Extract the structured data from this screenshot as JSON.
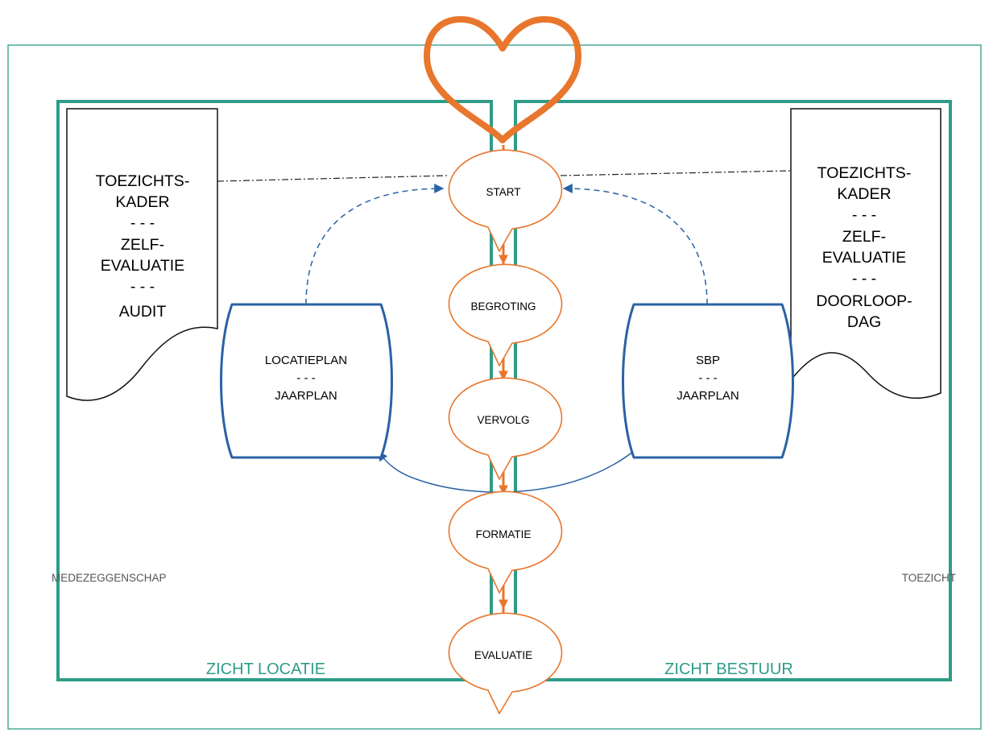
{
  "colors": {
    "teal": "#2e9c88",
    "orange": "#e8762d",
    "blue": "#2a62a5",
    "text": "#000000",
    "muted": "#555555"
  },
  "outer_frame": {
    "left_label": "MEDEZEGGENSCHAP",
    "right_label": "TOEZICHT"
  },
  "zones": {
    "left": "ZICHT LOCATIE",
    "right": "ZICHT BESTUUR"
  },
  "cycle": [
    {
      "id": "start",
      "label": "START"
    },
    {
      "id": "begroting",
      "label": "BEGROTING"
    },
    {
      "id": "vervolg",
      "label": "VERVOLG"
    },
    {
      "id": "formatie",
      "label": "FORMATIE"
    },
    {
      "id": "evaluatie",
      "label": "EVALUATIE"
    }
  ],
  "left_plan": {
    "line1": "LOCATIEPLAN",
    "sep": "- - -",
    "line2": "JAARPLAN"
  },
  "right_plan": {
    "line1": "SBP",
    "sep": "- - -",
    "line2": "JAARPLAN"
  },
  "left_document": {
    "lines": [
      "TOEZICHTS-",
      "KADER",
      "- - -",
      "ZELF-",
      "EVALUATIE",
      "- - -",
      "AUDIT"
    ]
  },
  "right_document": {
    "lines": [
      "TOEZICHTS-",
      "KADER",
      "- - -",
      "ZELF-",
      "EVALUATIE",
      "- - -",
      "DOORLOOP-",
      "DAG"
    ]
  },
  "icons": {
    "heart": "heart-icon"
  }
}
